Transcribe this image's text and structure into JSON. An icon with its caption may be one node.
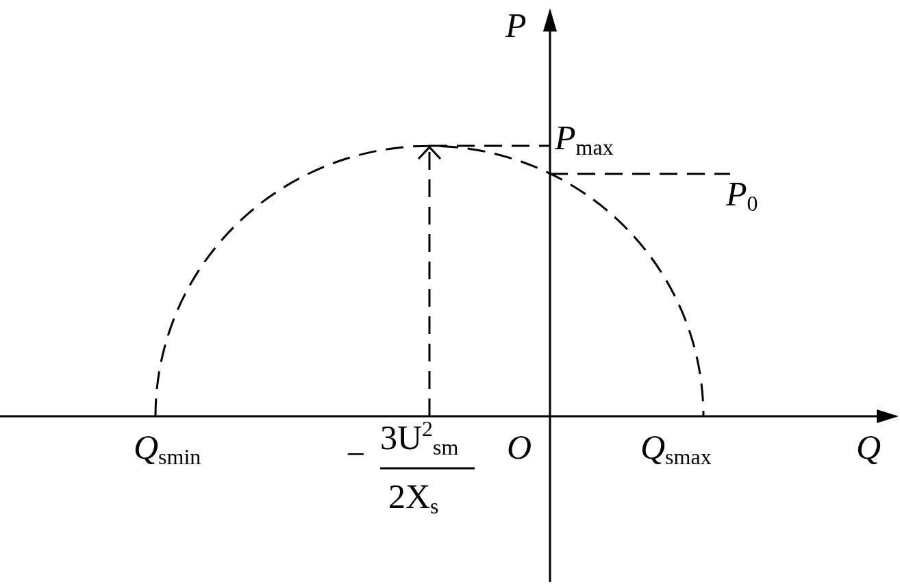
{
  "diagram": {
    "labels": [
      "*P*",
      "*P*$_{max}$",
      "*P*$_{0}$",
      "*Q*$_{smin}$",
      "−",
      "3U$^{2}$$_{sm}$",
      "2X$_{s}$",
      "*O*",
      "*Q*$_{smax}$",
      "*Q*"
    ]
  }
}
